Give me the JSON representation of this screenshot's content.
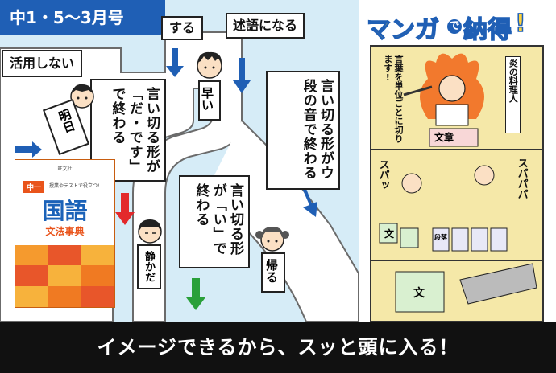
{
  "header": {
    "issue_label": "中1・5〜3月号"
  },
  "diagram": {
    "top_label_suru": "する",
    "top_label_jutsugo": "述語になる",
    "label_katsuyou": "活用しない",
    "box_u_ending": "言い切る形がウ段の音で終わる",
    "box_da_desu": "言い切る形が「だ・です」で終わる",
    "box_i_ending": "言い切る形が「い」で終わる",
    "person_hayai": "早い",
    "person_ashita": "明日",
    "person_shizuka": "静かだ",
    "person_kaeru": "帰る",
    "colors": {
      "sky": "#d6ecf7",
      "road": "#ffffff",
      "arrow_blue": "#1f5fb5",
      "arrow_red": "#e3292b",
      "arrow_green": "#2aa03a"
    }
  },
  "book": {
    "publisher": "旺文社",
    "grade": "中一",
    "subtitle": "授業やテストで役立つ!",
    "title": "国語",
    "title2": "文法事典"
  },
  "logo": {
    "text_a": "マンガ",
    "text_de": "で",
    "text_b": "納得",
    "exclaim": "!"
  },
  "manga": {
    "chef_caption": "炎の料理人",
    "speech": "言葉を単位ごとに切ります!",
    "board_text": "文章",
    "sfx_sparu": "スパッ",
    "sfx_supapapa": "スパパパ",
    "block_bun": "文",
    "block_danraku": "段落",
    "block_bun2": "文"
  },
  "banner": {
    "text": "イメージできるから、スッと頭に入る！"
  }
}
